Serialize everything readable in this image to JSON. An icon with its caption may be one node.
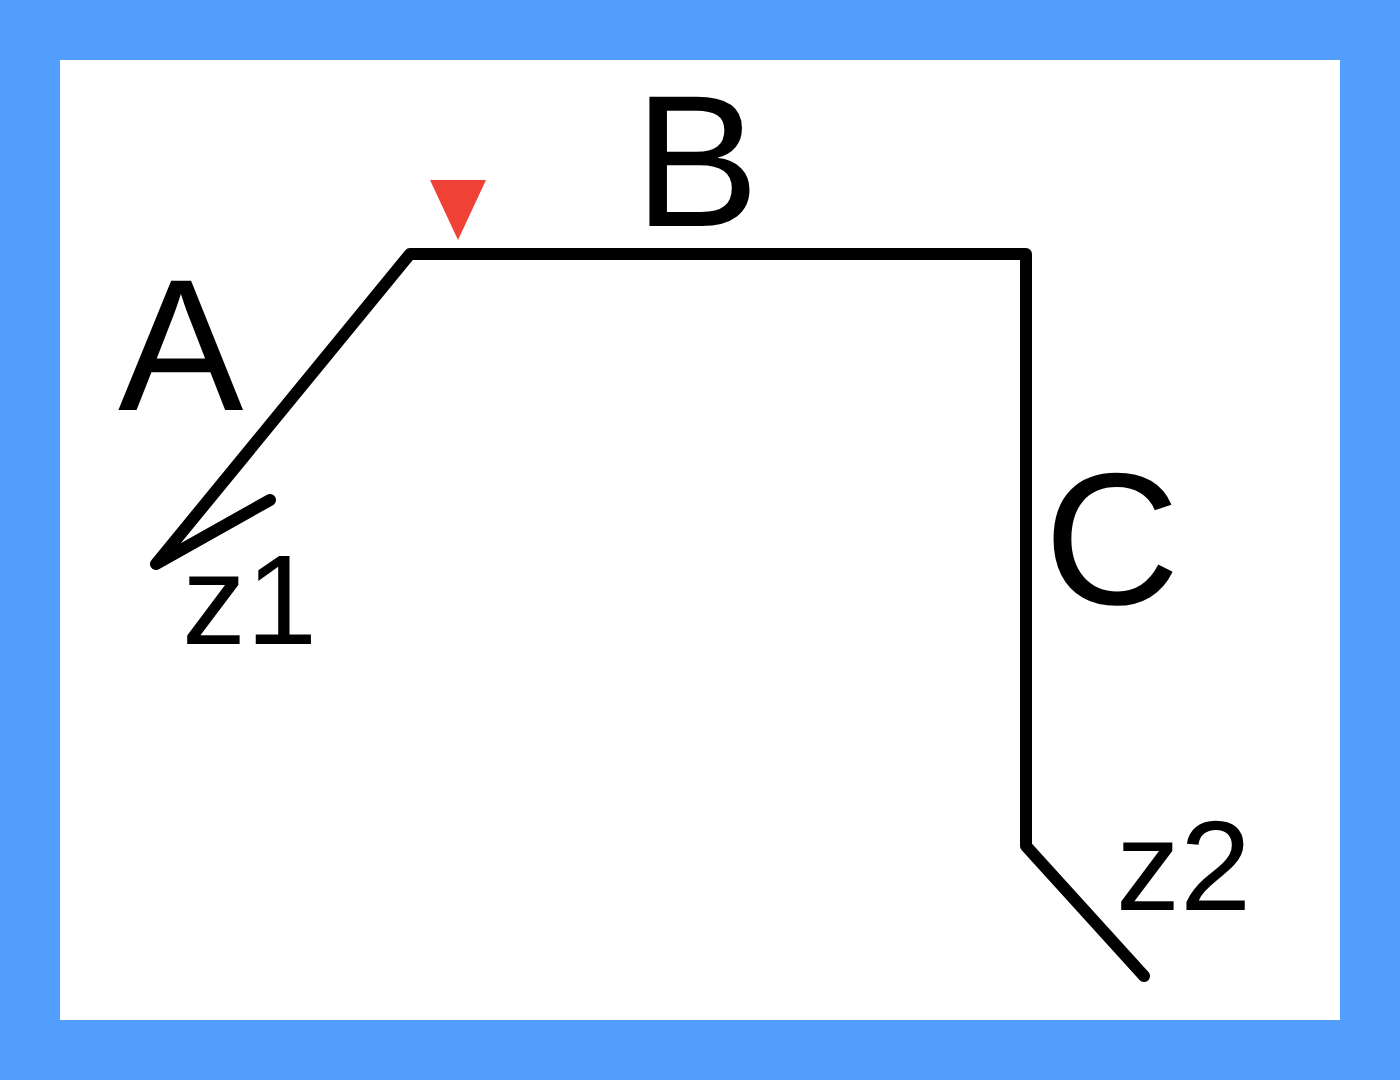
{
  "diagram": {
    "labels": [
      "B",
      "A",
      "C",
      "z1",
      "z2"
    ]
  }
}
